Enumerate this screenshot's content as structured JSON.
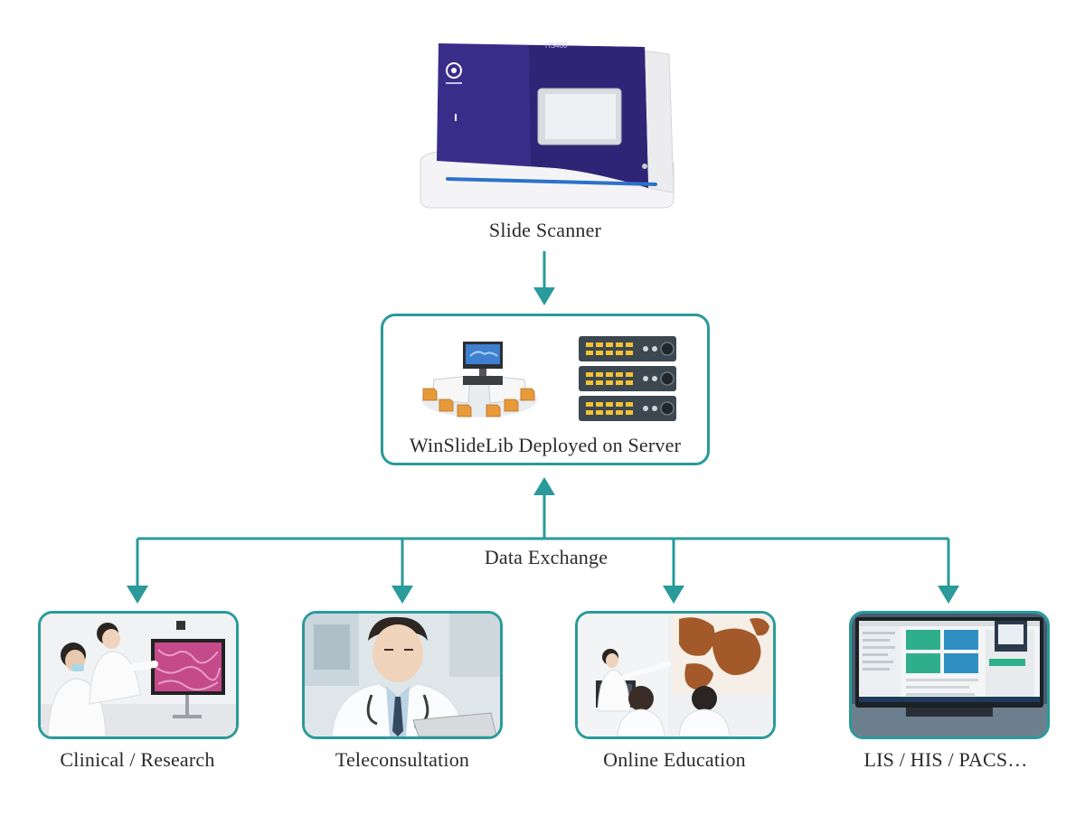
{
  "scanner": {
    "label": "Slide Scanner",
    "model_text": "HS460",
    "icon": "slide-scanner-icon"
  },
  "server": {
    "label": "WinSlideLib Deployed on Server",
    "icons": [
      "network-distribution-icon",
      "server-rack-icon"
    ]
  },
  "exchange": {
    "label": "Data Exchange"
  },
  "endpoints": [
    {
      "label": "Clinical / Research",
      "icon": "clinicians-with-monitor-image"
    },
    {
      "label": "Teleconsultation",
      "icon": "doctor-with-tablet-image"
    },
    {
      "label": "Online Education",
      "icon": "classroom-lecture-image"
    },
    {
      "label": "LIS / HIS / PACS…",
      "icon": "lab-software-monitor-image"
    }
  ],
  "colors": {
    "accent": "#2a9a9a",
    "scanner_body": "#3a2d8a",
    "server_rack": "#3d4750",
    "server_led": "#f2c233",
    "folder": "#e69a3a"
  }
}
